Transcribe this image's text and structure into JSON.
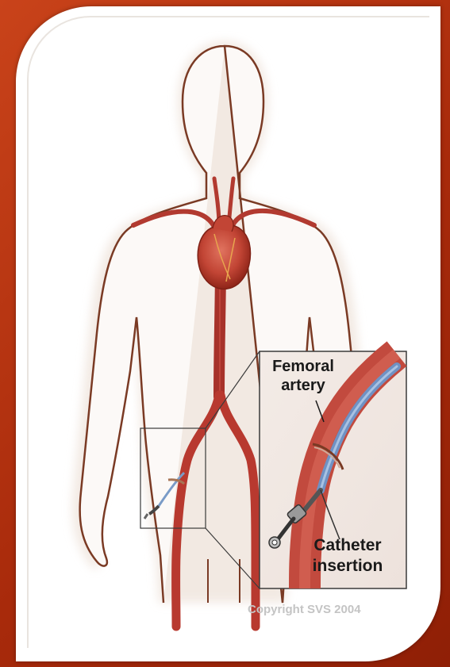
{
  "figure": {
    "labels": {
      "femoral_line1": "Femoral",
      "femoral_line2": "artery",
      "catheter_line1": "Catheter",
      "catheter_line2": "insertion"
    },
    "copyright": "Copyright SVS 2004"
  },
  "colors": {
    "frame": "#b8320f",
    "body_outline": "#7a3a24",
    "artery": "#c8463c",
    "artery_dark": "#9e2a22",
    "heart": "#c94a3a",
    "catheter": "#7a9bc7",
    "inset_border": "#3a3a3a"
  }
}
